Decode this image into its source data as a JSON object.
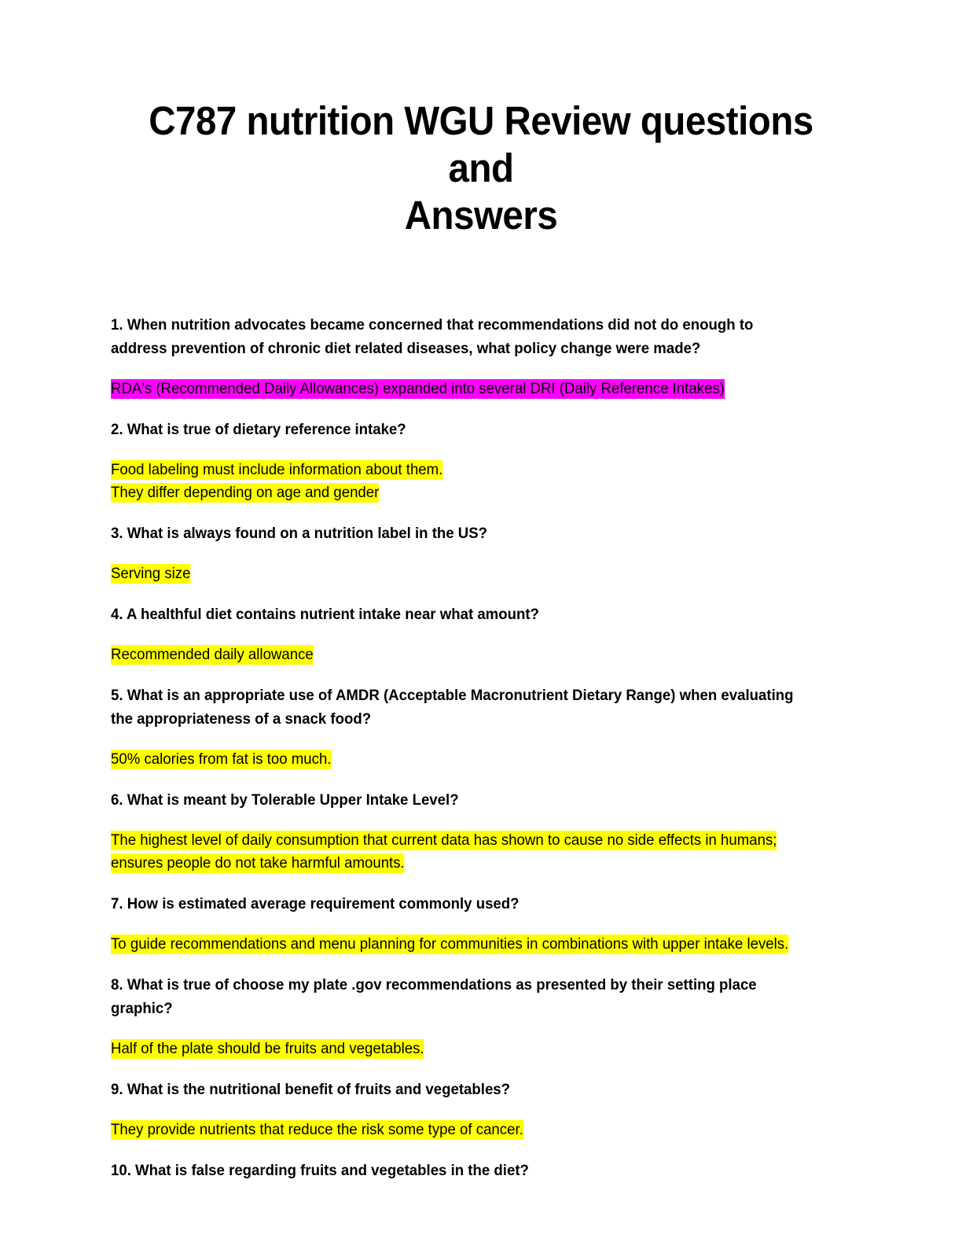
{
  "document": {
    "title_line_1": "C787 nutrition WGU Review questions and",
    "title_line_2": "Answers"
  },
  "colors": {
    "highlight_yellow": "#ffff00",
    "highlight_magenta": "#ff00ff",
    "text": "#000000",
    "page_background": "#ffffff"
  },
  "items": [
    {
      "question": "1. When nutrition advocates became concerned that recommendations did not do enough to address prevention of chronic diet related diseases, what policy change were made?",
      "answers": [
        {
          "text": "RDA's (Recommended Daily Allowances) expanded into several DRI (Daily Reference Intakes)",
          "highlight": "magenta"
        }
      ]
    },
    {
      "question": "2. What is true of dietary reference intake?",
      "answers": [
        {
          "text": "Food labeling must include information about them.",
          "highlight": "yellow"
        },
        {
          "text": "They differ depending on age and gender",
          "highlight": "yellow"
        }
      ]
    },
    {
      "question": "3. What is always found on a nutrition label in the US?",
      "answers": [
        {
          "text": "Serving size",
          "highlight": "yellow"
        }
      ]
    },
    {
      "question": "4. A healthful diet contains nutrient intake near what amount?",
      "answers": [
        {
          "text": "Recommended daily allowance",
          "highlight": "yellow"
        }
      ]
    },
    {
      "question": "5. What is an appropriate use of AMDR (Acceptable Macronutrient Dietary Range) when evaluating the appropriateness of a snack food?",
      "answers": [
        {
          "text": "50% calories from fat is too much.",
          "highlight": "yellow"
        }
      ]
    },
    {
      "question": "6. What is meant by Tolerable Upper Intake Level?",
      "answers": [
        {
          "text": "The highest level of daily consumption that current data has shown to cause no side effects in humans; ensures people do not take harmful amounts.",
          "highlight": "yellow"
        }
      ]
    },
    {
      "question": "7. How is estimated average requirement commonly used?",
      "answers": [
        {
          "text": "To guide recommendations and menu planning for communities in combinations with upper intake levels.",
          "highlight": "yellow"
        }
      ]
    },
    {
      "question": "8. What is true of choose my plate .gov recommendations as presented by their setting place graphic?",
      "answers": [
        {
          "text": "Half of the plate should be fruits and vegetables.",
          "highlight": "yellow"
        }
      ]
    },
    {
      "question": "9. What is the nutritional benefit of fruits and vegetables?",
      "answers": [
        {
          "text": "They provide nutrients that reduce the risk some type of cancer.",
          "highlight": "yellow"
        }
      ]
    },
    {
      "question": "10. What is false regarding fruits and vegetables in the diet?",
      "answers": []
    }
  ]
}
